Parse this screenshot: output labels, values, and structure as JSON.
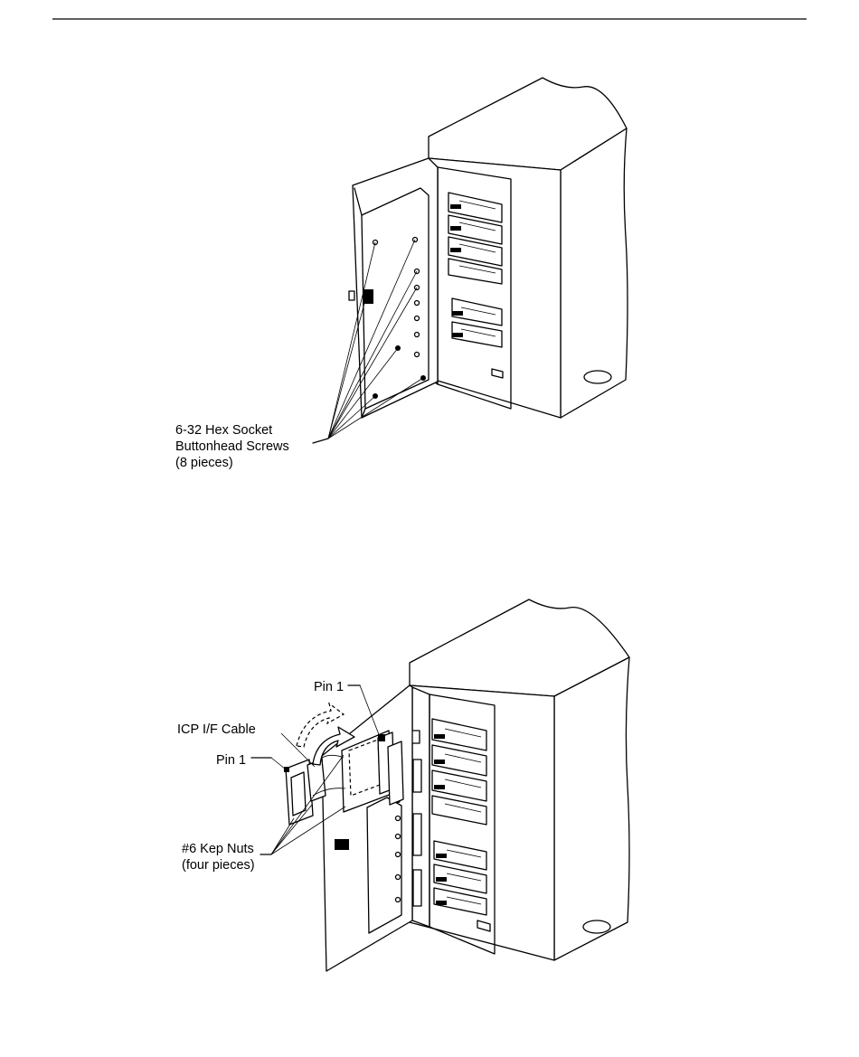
{
  "figure1": {
    "callout": {
      "line1": "6-32 Hex Socket",
      "line2": "Buttonhead Screws",
      "line3": "(8 pieces)"
    }
  },
  "figure2": {
    "pin1_upper": "Pin 1",
    "cable": "ICP I/F Cable",
    "pin1_left": "Pin 1",
    "nuts_line1": "#6 Kep Nuts",
    "nuts_line2": "(four pieces)"
  }
}
